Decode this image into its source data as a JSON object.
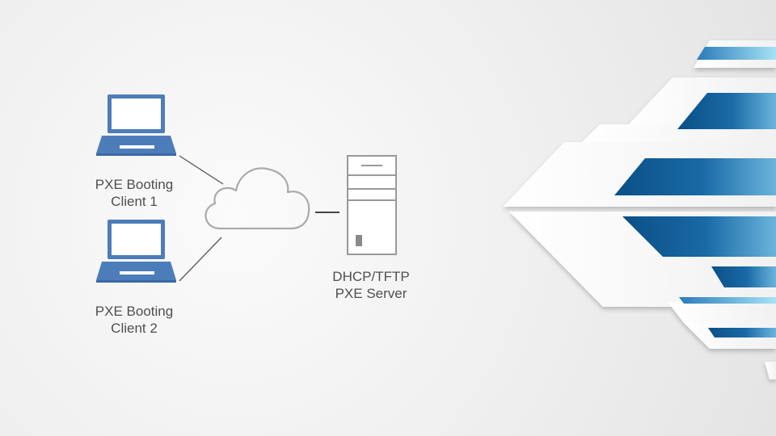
{
  "diagram": {
    "nodes": {
      "client1": {
        "line1": "PXE Booting",
        "line2": "Client 1",
        "icon": "laptop-icon"
      },
      "client2": {
        "line1": "PXE Booting",
        "line2": "Client 2",
        "icon": "laptop-icon"
      },
      "network": {
        "icon": "cloud-icon"
      },
      "server": {
        "line1": "DHCP/TFTP",
        "line2": "PXE Server",
        "icon": "server-tower-icon"
      }
    },
    "edges": [
      {
        "from": "client1",
        "to": "network"
      },
      {
        "from": "client2",
        "to": "network"
      },
      {
        "from": "network",
        "to": "server"
      }
    ]
  },
  "colors": {
    "laptop_blue": "#4d7db8",
    "line_gray": "#555555",
    "cloud_outline": "#aaaaaa",
    "server_outline": "#999999",
    "accent_blue_dark": "#0e5a92",
    "accent_blue_light": "#8fd6f2"
  }
}
